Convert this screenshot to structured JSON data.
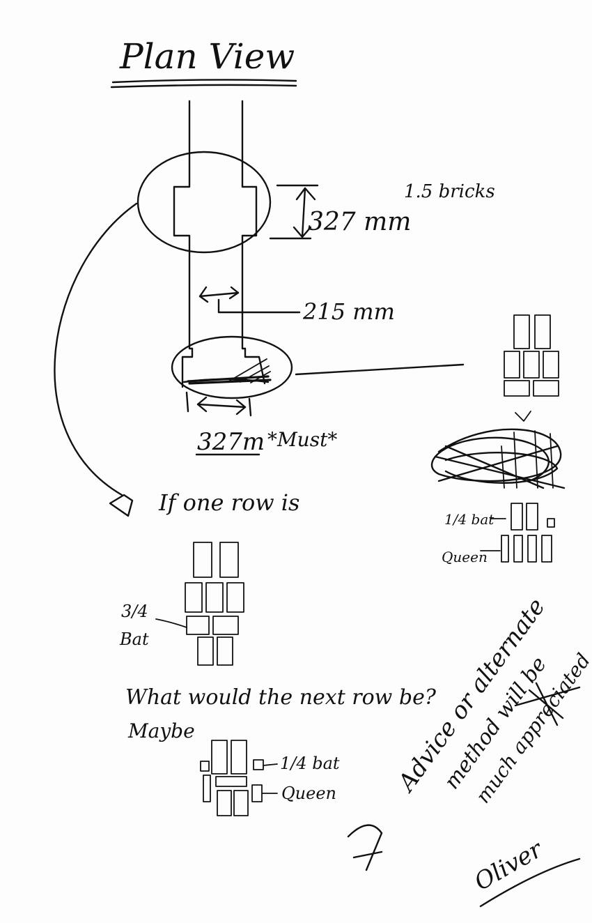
{
  "title": "Plan View",
  "labels": {
    "bricks": "1.5 bricks",
    "dim_327": "327 mm",
    "dim_215": "215 mm",
    "dim_327_must": "327m",
    "must": "*Must*",
    "if_one_row": "If one row is",
    "three_quarter": "3/4",
    "bat": "Bat",
    "question": "What would the next row be?",
    "maybe": "Maybe",
    "quarter_bat_right": "1/4 bat",
    "queen_right": "Queen",
    "quarter_bat_bottom": "1/4 bat",
    "queen_bottom": "Queen",
    "note_line1": "Advice or alternate",
    "note_line2": "method will be",
    "note_line3": "much appreciated",
    "signature": "Oliver"
  },
  "colors": {
    "ink": "#111111",
    "paper": "#fdfdfd"
  }
}
